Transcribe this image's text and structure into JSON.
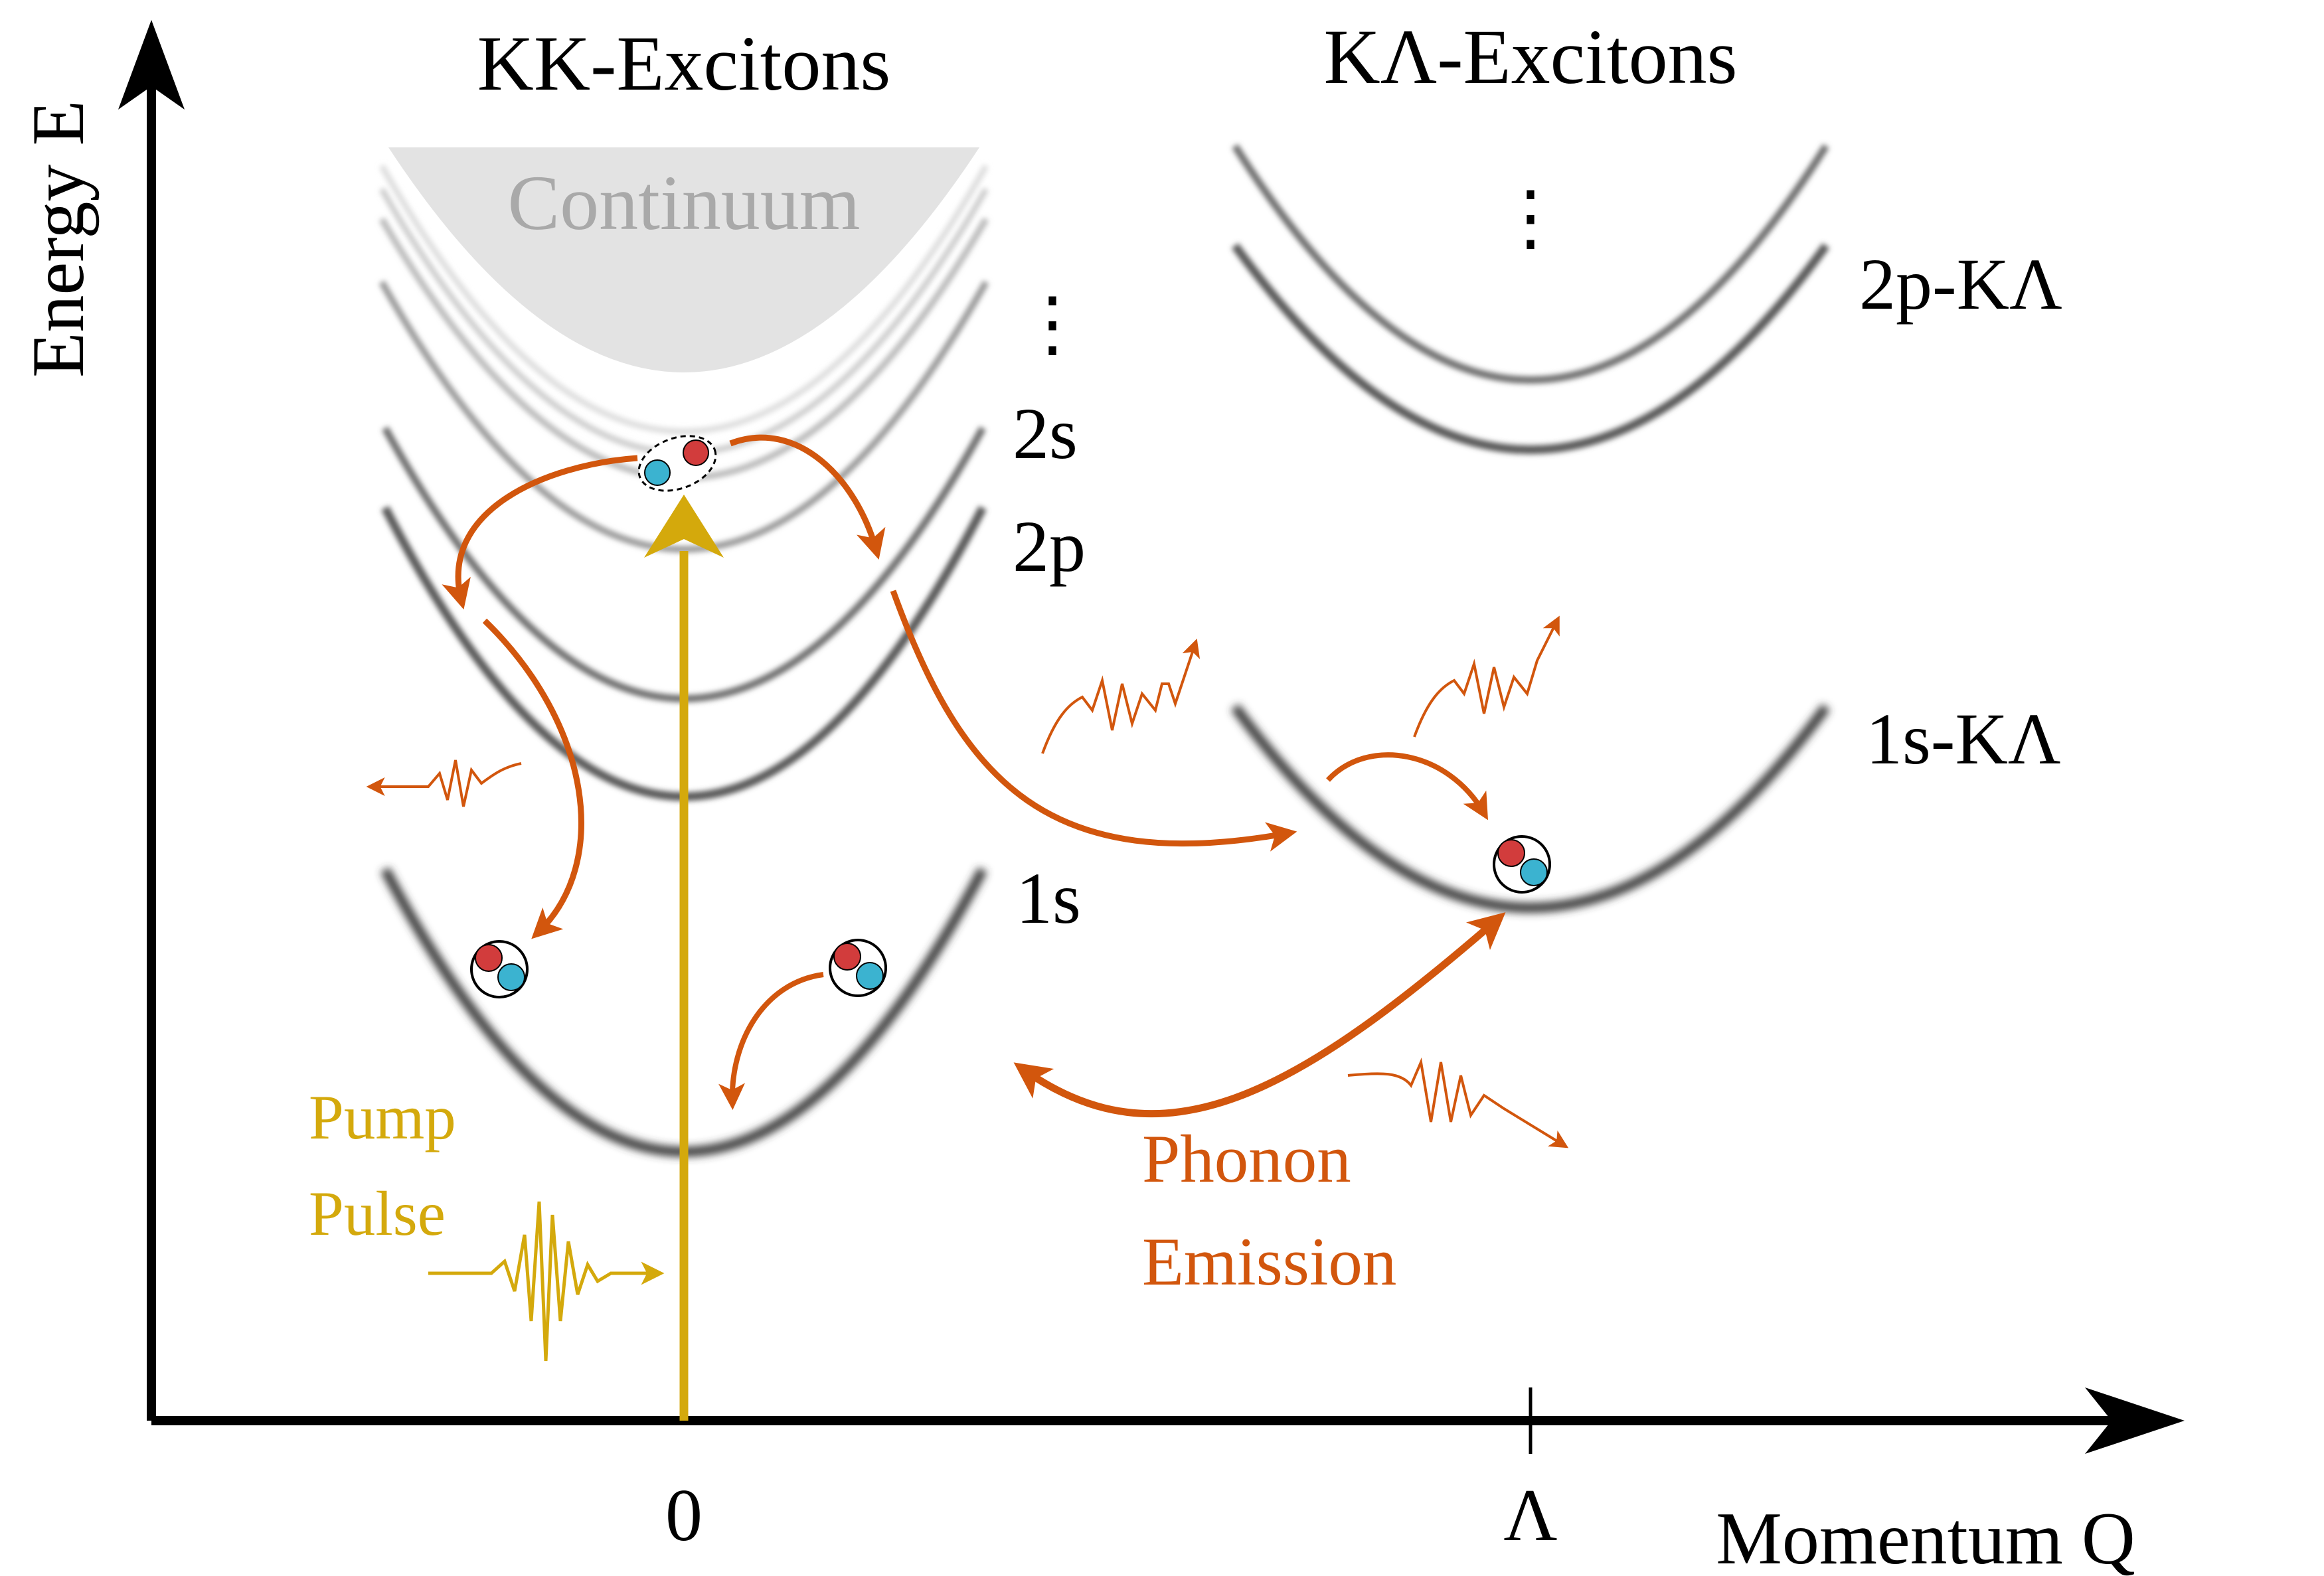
{
  "title_left": "KK-Excitons",
  "title_right": "KΛ-Excitons",
  "continuum_label": "Continuum",
  "axis": {
    "y_label": "Energy  E",
    "x_label": "Momentum Q",
    "tick_zero": "0",
    "tick_lambda": "Λ"
  },
  "states": {
    "kk_2s": "2s",
    "kk_2p": "2p",
    "kk_1s": "1s",
    "kl_2p": "2p-KΛ",
    "kl_1s": "1s-KΛ"
  },
  "ellipsis_left": "⋮",
  "ellipsis_right": "⋮",
  "pump_label": [
    "Pump",
    "Pulse"
  ],
  "phonon_label": [
    "Phonon",
    "Emission"
  ],
  "colors": {
    "pump": "#d4a90c",
    "phonon": "#d2560d",
    "electron": "#d23c3c",
    "hole": "#3bb3d0",
    "continuum": "#e3e3e3",
    "band": "#3a3a3a"
  }
}
